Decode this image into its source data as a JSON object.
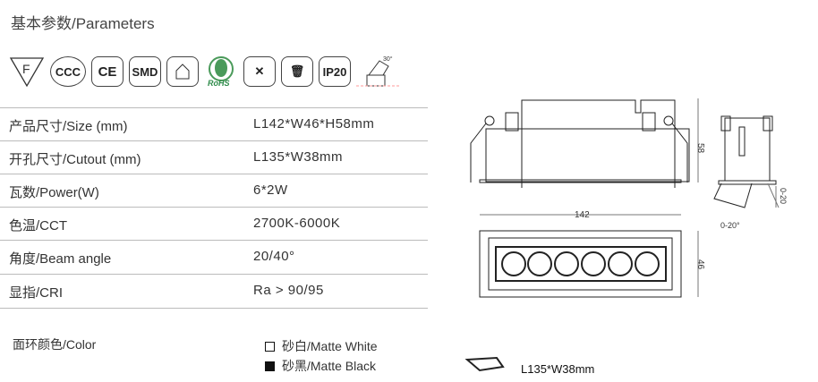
{
  "title": "基本参数/Parameters",
  "icons": [
    "F",
    "CCC",
    "CE",
    "SMD",
    "home",
    "RoHS",
    "no-insulation",
    "weee",
    "IP20",
    "30°"
  ],
  "specs": [
    {
      "label": "产品尺寸/Size (mm)",
      "value": "L142*W46*H58mm"
    },
    {
      "label": "开孔尺寸/Cutout (mm)",
      "value": "L135*W38mm"
    },
    {
      "label": "瓦数/Power(W)",
      "value": "6*2W"
    },
    {
      "label": "色温/CCT",
      "value": "2700K-6000K"
    },
    {
      "label": "角度/Beam angle",
      "value": "20/40°"
    },
    {
      "label": "显指/CRI",
      "value": "Ra > 90/95"
    }
  ],
  "color": {
    "label": "面环颜色/Color",
    "options": [
      "砂白/Matte White",
      "砂黑/Matte Black"
    ]
  },
  "drawing": {
    "length": "142",
    "height": "58",
    "width": "46",
    "tilt_v": "0-20",
    "tilt_a": "0-20°",
    "cutout": "L135*W38mm"
  }
}
